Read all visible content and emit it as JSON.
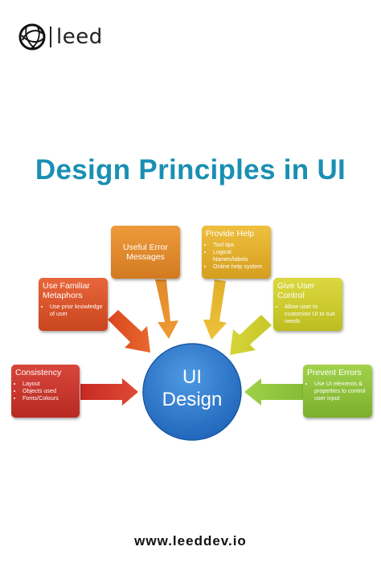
{
  "brand": {
    "name": "leed",
    "icon": "leed-globe-logo-icon"
  },
  "title": "Design Principles in UI",
  "footer": {
    "url": "www.leeddev.io"
  },
  "diagram": {
    "center": {
      "line1": "UI",
      "line2": "Design",
      "color": "#2e7bcf"
    },
    "nodes": {
      "consistency": {
        "title": "Consistency",
        "bullets": [
          "Layout",
          "Objects used",
          "Fonts/Colours"
        ],
        "color": "#d23a2e"
      },
      "familiar": {
        "title": "Use Familiar Metaphors",
        "bullets": [
          "Use prior knowledge of user"
        ],
        "color": "#e0562a"
      },
      "error": {
        "title": "Useful Error Messages",
        "bullets": [],
        "color": "#e7852b"
      },
      "help": {
        "title": "Provide Help",
        "bullets": [
          "Tool tips",
          "Logical Names/labels",
          "Online help system"
        ],
        "color": "#e4ae28"
      },
      "control": {
        "title": "Give User Control",
        "bullets": [
          "Allow user to customise UI to suit needs"
        ],
        "color": "#c9c92a"
      },
      "prevent": {
        "title": "Prevent Errors",
        "bullets": [
          "Use UI elements & properties to control user input"
        ],
        "color": "#8cc43a"
      }
    }
  }
}
